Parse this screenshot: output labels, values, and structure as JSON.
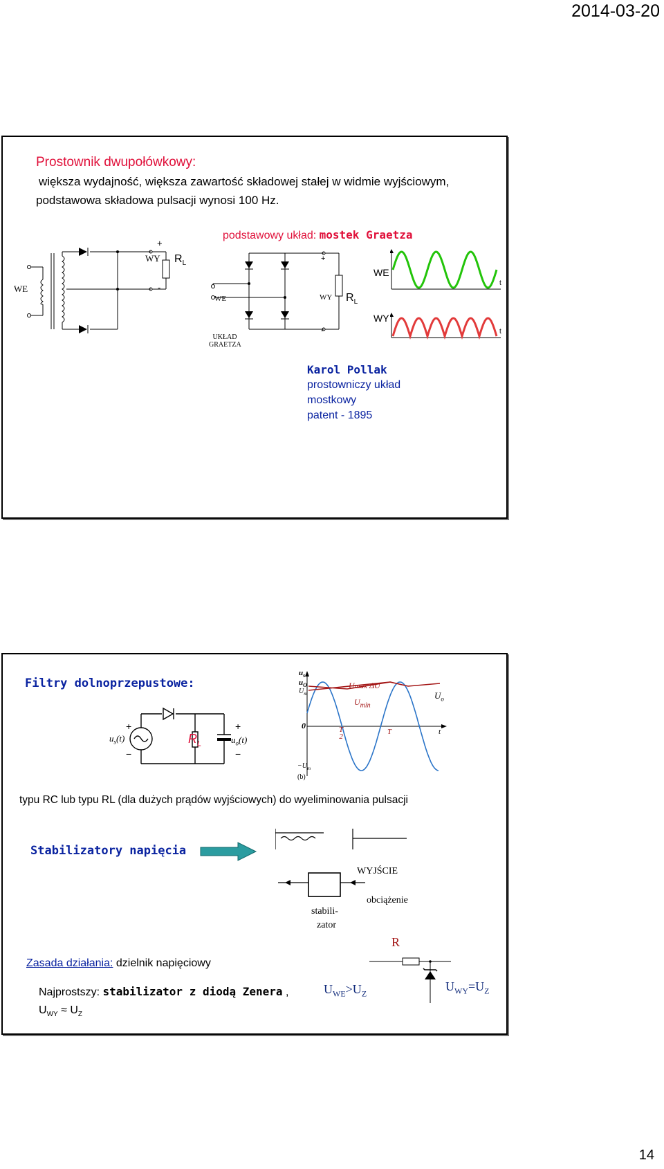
{
  "page": {
    "date": "2014-03-20",
    "number": "14"
  },
  "slide1": {
    "title": "Prostownik dwupołówkowy:",
    "line1": "większa wydajność, większa zawartość składowej stałej w widmie wyjściowym,",
    "line2": "podstawowa składowa pulsacji wynosi 100 Hz.",
    "bridge_prefix": "podstawowy układ: ",
    "bridge_name": "mostek Graetza",
    "circuit1": {
      "we": "WE",
      "wy": "WY",
      "plus": "+",
      "minus": "-",
      "rl": "R",
      "rl_sub": "L"
    },
    "circuit2": {
      "we": "WE",
      "wy": "WY",
      "plus": "+",
      "minus": "-",
      "rl": "R",
      "rl_sub": "L",
      "caption1": "UKŁAD",
      "caption2": "GRAETZA"
    },
    "waves": {
      "we": "WE",
      "wy": "WY",
      "t": "t"
    },
    "pollak": {
      "name": "Karol Pollak",
      "l1": "prostowniczy układ",
      "l2": "mostkowy",
      "l3": "patent - 1895"
    }
  },
  "slide2": {
    "filters_title": "Filtry dolnoprzepustowe:",
    "filter_circuit": {
      "us": "u",
      "us_sub": "s",
      "t": "(t)",
      "rl": "R",
      "rl_sub": "L",
      "uo": "u",
      "uo_sub": "o",
      "plus": "+",
      "minus": "−"
    },
    "filter_graph": {
      "us": "u",
      "us_sub": "s",
      "uo": "u",
      "uo_sub": "O",
      "um": "U",
      "um_sub": "m",
      "umax": "U",
      "umax_sub": "max",
      "du": "ΔU",
      "umin": "U",
      "umin_sub": "min",
      "Uo": "U",
      "Uo_sub": "o",
      "zero": "0",
      "half_num": "T",
      "half_den": "2",
      "T": "T",
      "t": "t",
      "neg": "−U",
      "neg_sub": "m",
      "b": "(b)"
    },
    "filter_desc": "typu RC lub typu RL (dla dużych prądów wyjściowych) do wyeliminowania pulsacji",
    "stab_title": "Stabilizatory napięcia",
    "stab_diagram": {
      "out": "WYJŚCIE",
      "load": "obciążenie",
      "stab1": "stabili-",
      "stab2": "zator"
    },
    "principle_label": "Zasada działania:",
    "principle_text": " dzielnik napięciowy",
    "simplest_prefix": "Najprostszy: ",
    "simplest_bold": "stabilizator z diodą Zenera",
    "simplest_suffix": " ,",
    "relation": {
      "u": "U",
      "wy": "WY",
      "approx": " ≈ ",
      "u2": "U",
      "z": "Z"
    },
    "zener": {
      "r": "R",
      "in_u": "U",
      "in_we": "WE",
      "in_gt": ">U",
      "in_z": "Z",
      "out_u": "U",
      "out_wy": "WY",
      "out_eq": "=U",
      "out_z": "Z"
    }
  }
}
